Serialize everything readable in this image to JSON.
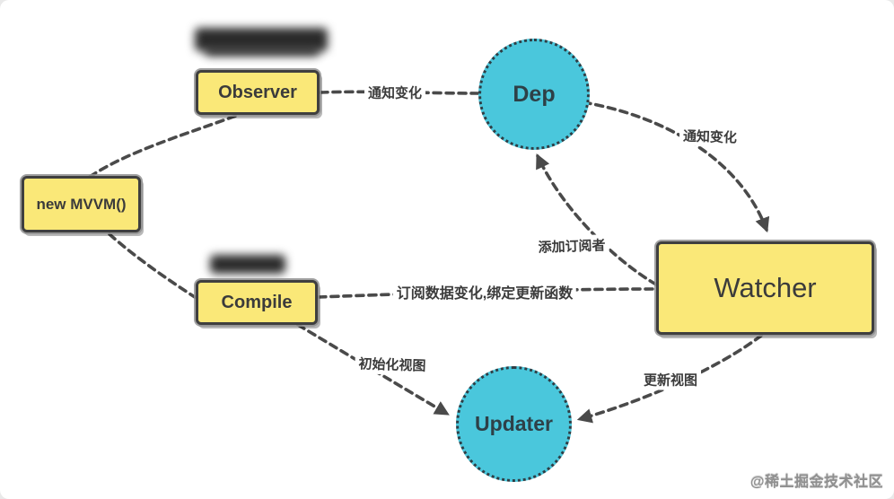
{
  "nodes": {
    "mvvm": {
      "label": "new MVVM()",
      "shape": "rect",
      "fill": "#FAE878"
    },
    "observer": {
      "label": "Observer",
      "shape": "rect",
      "fill": "#FAE878"
    },
    "compile": {
      "label": "Compile",
      "shape": "rect",
      "fill": "#FAE878"
    },
    "watcher": {
      "label": "Watcher",
      "shape": "rect",
      "fill": "#FAE878"
    },
    "dep": {
      "label": "Dep",
      "shape": "circle",
      "fill": "#4AC7DC"
    },
    "updater": {
      "label": "Updater",
      "shape": "circle",
      "fill": "#4AC7DC"
    }
  },
  "edges": [
    {
      "from": "new MVVM()",
      "to": "Observer",
      "label": "",
      "arrow": false
    },
    {
      "from": "new MVVM()",
      "to": "Compile",
      "label": "",
      "arrow": false
    },
    {
      "from": "Observer",
      "to": "Dep",
      "label": "通知变化",
      "arrow": false
    },
    {
      "from": "Dep",
      "to": "Watcher",
      "label": "通知变化",
      "arrow": true
    },
    {
      "from": "Watcher",
      "to": "Dep",
      "label": "添加订阅者",
      "arrow": true
    },
    {
      "from": "Compile",
      "to": "Watcher",
      "label": "订阅数据变化,绑定更新函数",
      "arrow": false
    },
    {
      "from": "Compile",
      "to": "Updater",
      "label": "初始化视图",
      "arrow": true
    },
    {
      "from": "Watcher",
      "to": "Updater",
      "label": "更新视图",
      "arrow": true
    }
  ],
  "blurred_annotations": [
    {
      "near": "Observer",
      "legible": false
    },
    {
      "near": "Compile",
      "legible": false
    }
  ],
  "watermark": "@稀土掘金技术社区",
  "colors": {
    "background": "#ffffff",
    "node_yellow": "#FAE878",
    "node_cyan": "#4AC7DC",
    "line": "#4A4A4A",
    "text": "#3B3B3B"
  }
}
